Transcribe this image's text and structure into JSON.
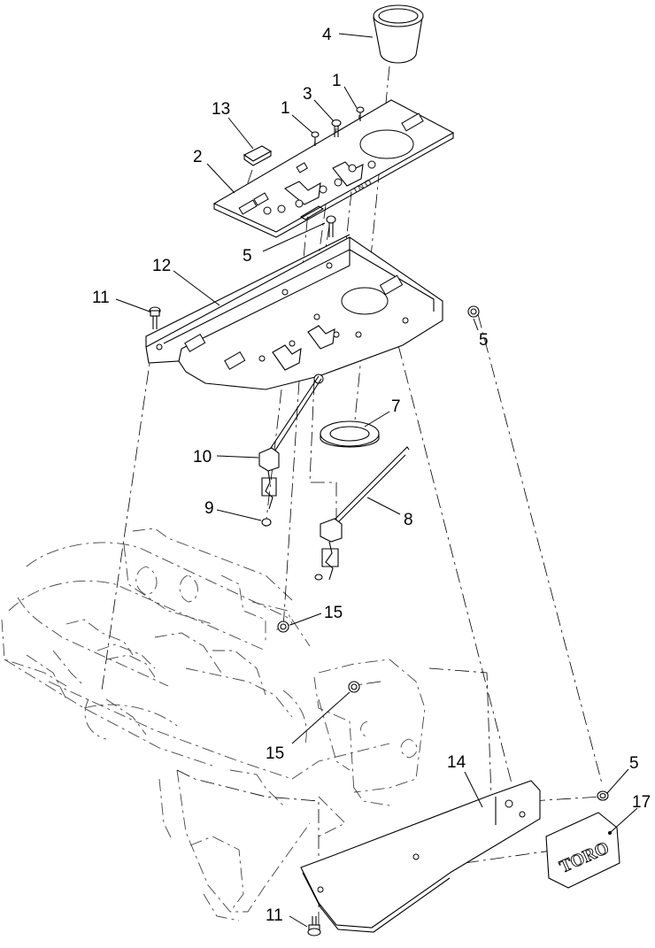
{
  "callouts": {
    "c4": "4",
    "c1a": "1",
    "c3": "3",
    "c1b": "1",
    "c13": "13",
    "c2": "2",
    "c5a": "5",
    "c12": "12",
    "c11a": "11",
    "c5b": "5",
    "c7": "7",
    "c10": "10",
    "c9": "9",
    "c8": "8",
    "c15a": "15",
    "c15b": "15",
    "c14": "14",
    "c5c": "5",
    "c17": "17",
    "c11b": "11"
  },
  "decal": {
    "logo_text": "TORO"
  }
}
